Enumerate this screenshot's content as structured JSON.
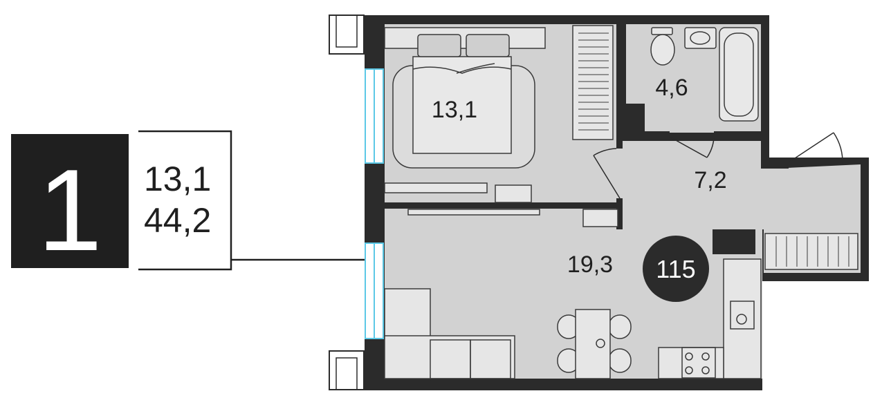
{
  "rooms_badge": "1",
  "summary": {
    "living_area": "13,1",
    "total_area": "44,2"
  },
  "apartment_number": "115",
  "rooms": {
    "bedroom": "13,1",
    "bathroom": "4,6",
    "hall": "7,2",
    "kitchen_living": "19,3"
  },
  "colors": {
    "wall": "#2b2b2b",
    "floor": "#d2d2d2",
    "window": "#5bc8e6",
    "badge": "#1f1f1f"
  }
}
